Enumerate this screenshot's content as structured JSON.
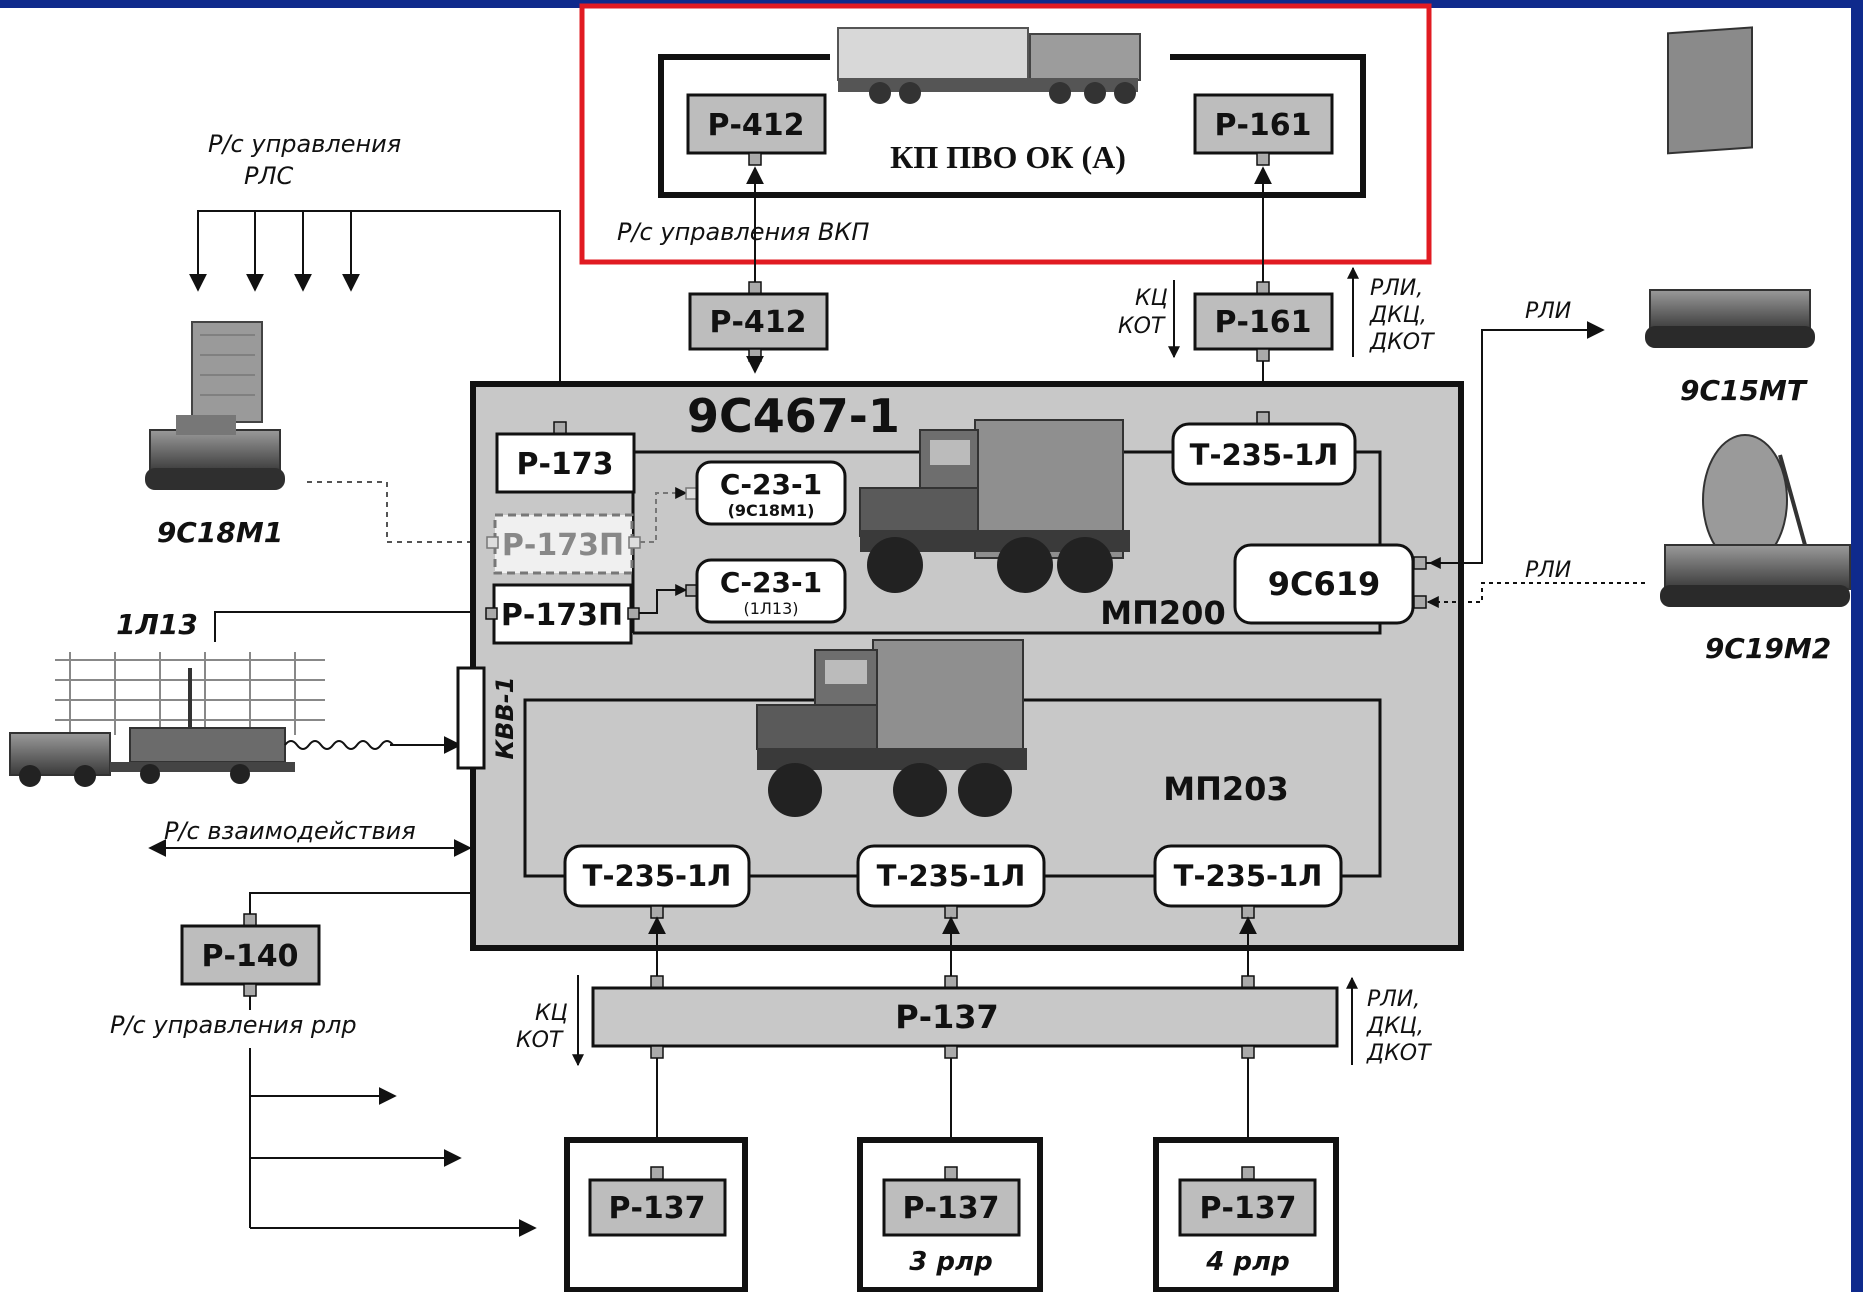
{
  "colors": {
    "frame_blue": "#0f2a8c",
    "highlight_red": "#e11b22",
    "block_grey": "#c8c8c8",
    "box_fill": "#bdbdbd"
  },
  "icons": [
    "radar-vehicle-icon",
    "truck-icon",
    "antenna-array-icon"
  ],
  "command_post": {
    "title": "КП ПВО ОК (А)",
    "left_radio": "Р-412",
    "right_radio": "Р-161",
    "vkp_label": "Р/с управления ВКП"
  },
  "relay": {
    "r412": "Р-412",
    "r161": "Р-161",
    "kc_left": "КЦ",
    "kot_left": "КОТ",
    "rli_right": [
      "РЛИ,",
      "ДКЦ,",
      "ДКОТ"
    ]
  },
  "rls_control": [
    "Р/с управления",
    "РЛС"
  ],
  "radars": {
    "r1": "9С18М1",
    "r2": "1Л13",
    "r3": "9С15МТ",
    "r4": "9С19М2",
    "rli_top": "РЛИ",
    "rli_bottom": "РЛИ"
  },
  "main": {
    "title": "9С467-1",
    "r173": "Р-173",
    "r173p_dashed": "Р-173П",
    "r173p": "Р-173П",
    "c23_1": {
      "name": "С-23-1",
      "sub": "(9С18М1)"
    },
    "c23_2": {
      "name": "С-23-1",
      "sub": "(1Л13)"
    },
    "t235_top": "Т-235-1Л",
    "s9c619": "9С619",
    "mp200": "МП200",
    "mp203": "МП203",
    "kvv": "КВВ-1",
    "t235_row": [
      "Т-235-1Л",
      "Т-235-1Л",
      "Т-235-1Л"
    ]
  },
  "left": {
    "interaction": "Р/с взаимодействия",
    "r140": "Р-140",
    "rlr_control": "Р/с  управления  рлр"
  },
  "bottom": {
    "r137_bus": "Р-137",
    "kc": "КЦ",
    "kot": "КОТ",
    "rli": [
      "РЛИ,",
      "ДКЦ,",
      "ДКОТ"
    ],
    "stations": [
      {
        "radio": "Р-137",
        "caption": ""
      },
      {
        "radio": "Р-137",
        "caption": "3 рлр"
      },
      {
        "radio": "Р-137",
        "caption": "4 рлр"
      }
    ]
  }
}
